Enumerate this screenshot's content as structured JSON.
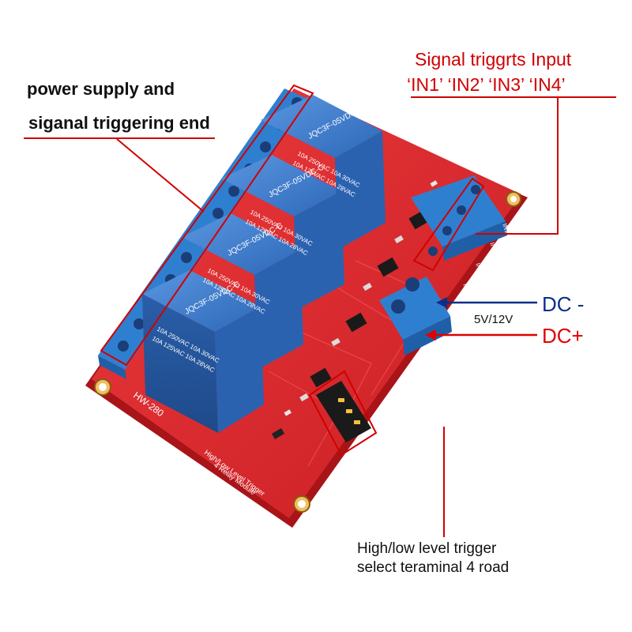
{
  "annotations": {
    "power_supply": {
      "line1": "power supply and",
      "line2": "siganal triggering end"
    },
    "signal_input": {
      "line1": "Signal triggrts Input",
      "line2": "‘IN1’ ‘IN2’ ‘IN3’ ‘IN4’"
    },
    "dc_minus": "DC -",
    "dc_plus": "DC+",
    "voltage": "5V/12V",
    "trigger_select": {
      "line1": "High/low level trigger",
      "line2": "select teraminal 4 road"
    }
  },
  "board": {
    "model": "HW-280",
    "module_text_line1": "4 Relay Module",
    "module_text_line2": "High/Low Level Trigger",
    "pin_labels": [
      "IN1",
      "IN2",
      "IN3",
      "IN4"
    ],
    "relays": [
      {
        "name": "JQC3F-05VDC-C",
        "rating1": "10A 250VAC 10A 30VAC",
        "rating2": "10A 125VAC 10A 28VAC"
      },
      {
        "name": "JQC3F-05VDC-C",
        "rating1": "10A 250VAC 10A 30VAC",
        "rating2": "10A 125VAC 10A 28VAC"
      },
      {
        "name": "JQC3F-05VDC-C",
        "rating1": "10A 250VAC 10A 30VAC",
        "rating2": "10A 125VAC 10A 28VAC"
      },
      {
        "name": "JQC3F-05VDC-C",
        "rating1": "10A 250VAC 10A 30VAC",
        "rating2": "10A 125VAC 10A 28VAC"
      }
    ]
  },
  "colors": {
    "pcb": "#e02a2f",
    "pcb_edge": "#a81418",
    "relay_blue": "#3a78c9",
    "terminal_blue": "#2f7fd0",
    "callout_red": "#d10000",
    "callout_blue": "#0a2f86"
  }
}
